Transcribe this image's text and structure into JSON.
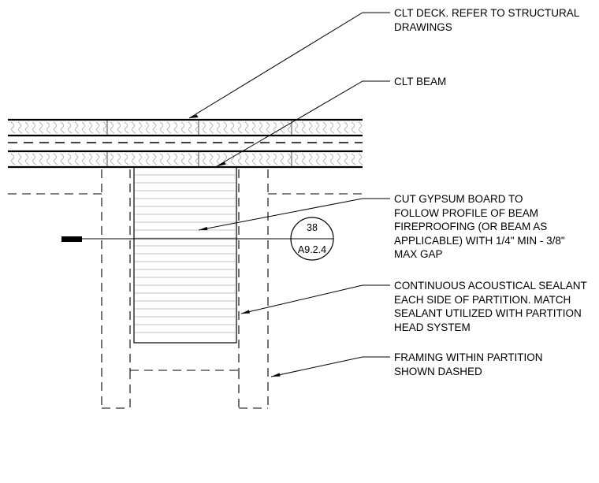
{
  "notes": [
    {
      "id": "clt-deck",
      "lines": [
        "CLT DECK. REFER TO STRUCTURAL",
        "DRAWINGS"
      ]
    },
    {
      "id": "clt-beam",
      "lines": [
        "CLT BEAM"
      ]
    },
    {
      "id": "cut-gypsum",
      "lines": [
        "CUT GYPSUM BOARD TO",
        "FOLLOW PROFILE OF BEAM",
        "FIREPROOFING (OR BEAM AS",
        "APPLICABLE) WITH 1/4\" MIN - 3/8\"",
        "MAX GAP"
      ]
    },
    {
      "id": "acoustical-sealant",
      "lines": [
        "CONTINUOUS ACOUSTICAL SEALANT",
        "EACH SIDE OF PARTITION. MATCH",
        "SEALANT UTILIZED WITH PARTITION",
        "HEAD SYSTEM"
      ]
    },
    {
      "id": "framing",
      "lines": [
        "FRAMING WITHIN PARTITION",
        "SHOWN DASHED"
      ]
    }
  ],
  "section_tag": {
    "number": "38",
    "sheet": "A9.2.4"
  }
}
